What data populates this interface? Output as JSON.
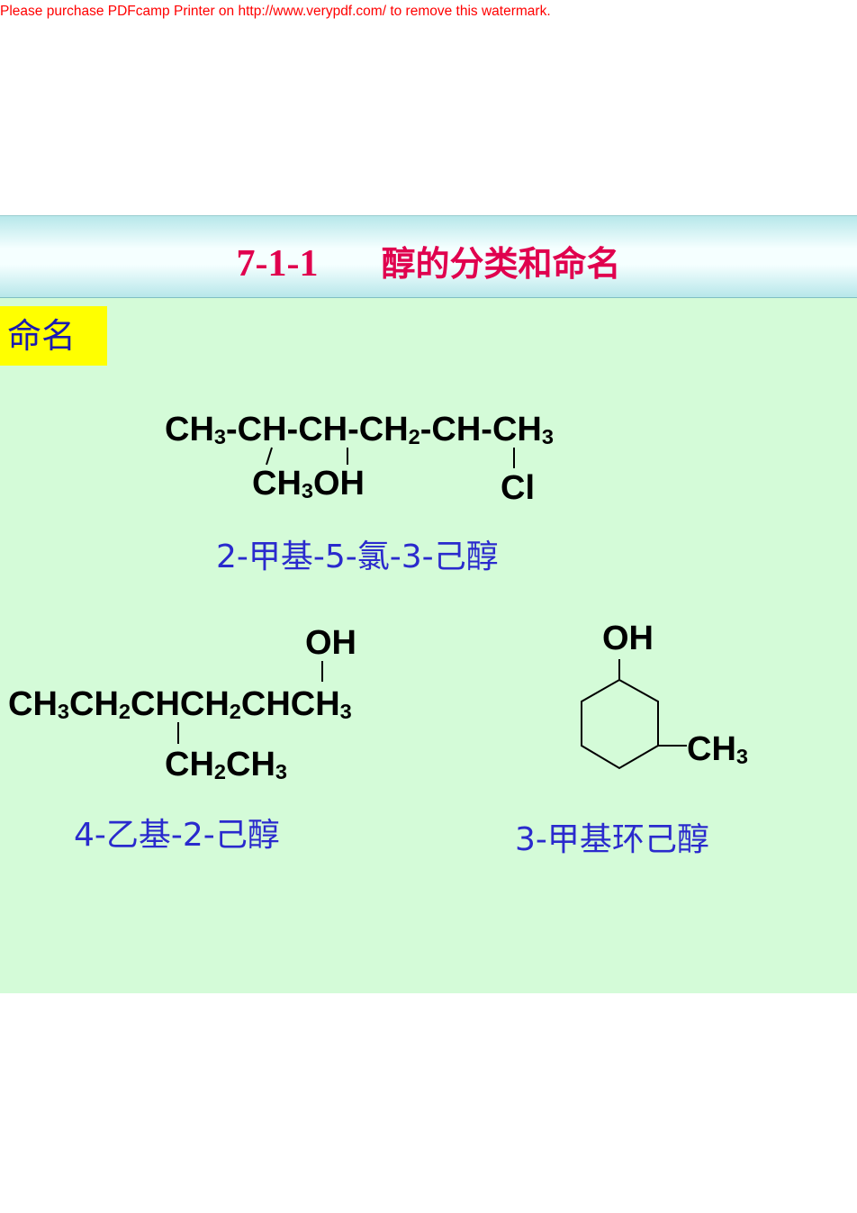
{
  "watermark": "Please purchase PDFcamp Printer on http://www.verypdf.com/ to remove this watermark.",
  "slide": {
    "title_number": "7-1-1",
    "title_text": "醇的分类和命名",
    "section_label": "命名",
    "colors": {
      "background": "#d4fbd8",
      "title": "#e0004e",
      "names": "#2a2acd",
      "badge": "#ffff00",
      "watermark": "#ff0000"
    }
  },
  "compounds": [
    {
      "name": "2-甲基-5-氯-3-己醇",
      "main_chain": [
        "CH3-",
        "CH-",
        "CH-",
        "CH2-",
        "CH-",
        "CH3"
      ],
      "substituents": [
        "CH3",
        "OH",
        "Cl"
      ]
    },
    {
      "name": "4-乙基-2-己醇",
      "main_chain": [
        "CH3CH2",
        "CHCH2",
        "CHCH3"
      ],
      "substituents": [
        "OH",
        "CH2CH3"
      ]
    },
    {
      "name": "3-甲基环己醇",
      "ring": "cyclohexane",
      "substituents": [
        "OH",
        "CH3"
      ]
    }
  ]
}
